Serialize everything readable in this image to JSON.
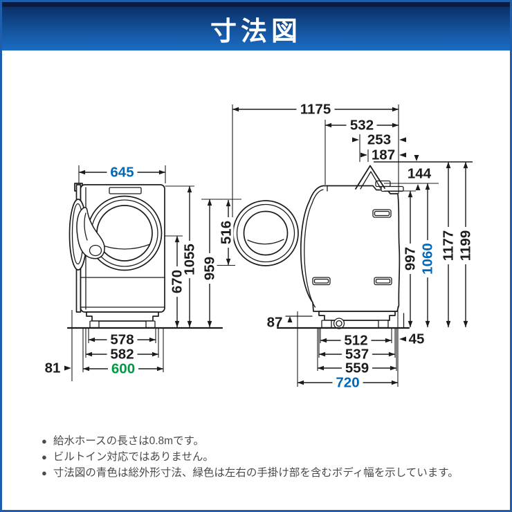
{
  "header": {
    "title": "寸法図"
  },
  "colors": {
    "dimension_blue": "#0068b7",
    "body_width_green": "#009944",
    "line_black": "#1b1b1b",
    "header_navy": "#0c3069",
    "header_blue": "#1b6cc4",
    "border_blue": "#1d5fae"
  },
  "dims": {
    "front_width": "645",
    "front_door_center_height": "670",
    "front_total_height": "1055",
    "open_door_top_height": "959",
    "door_diameter": "516",
    "front_base_width": "578",
    "front_lower_width": "582",
    "front_body_width": "600",
    "door_protrusion": "81",
    "side_total_depth": "1175",
    "side_top_depth": "532",
    "hose_depth": "253",
    "faucet_depth": "187",
    "faucet_height_drop": "144",
    "front_clearance": "87",
    "rear_height": "997",
    "hose_height": "1060",
    "faucet_height": "1177",
    "max_height": "1199",
    "base_depth_inner": "512",
    "base_depth_mid": "537",
    "base_depth_outer": "559",
    "body_depth": "720",
    "rear_offset": "45"
  },
  "notes": [
    {
      "text": "給水ホースの長さは0.8mです。"
    },
    {
      "text": "ビルトイン対応ではありません。"
    },
    {
      "text": "寸法図の青色は総外形寸法、緑色は左右の手掛け部を含むボディ幅を示しています。"
    }
  ]
}
